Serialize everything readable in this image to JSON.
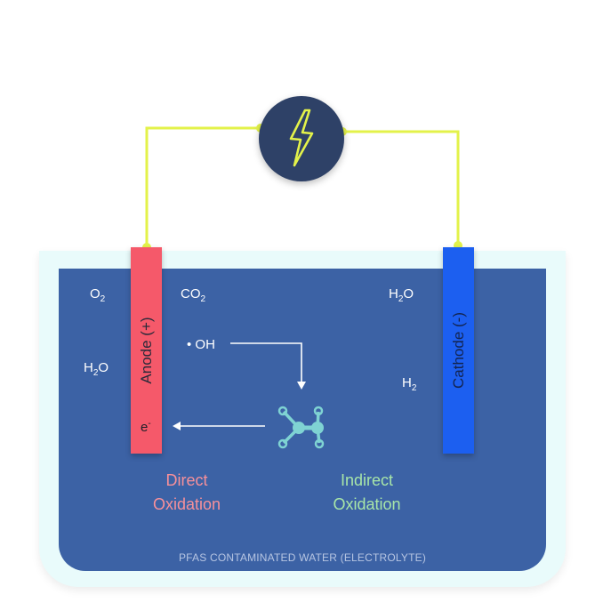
{
  "anode": {
    "label": "Anode (+)"
  },
  "cathode": {
    "label": "Cathode (-)"
  },
  "anode_side": {
    "o2": "O",
    "o2_sub": "2",
    "co2": "CO",
    "co2_sub": "2",
    "h2o": "H",
    "h2o_sub": "2",
    "h2o_tail": "O",
    "radical": "• OH",
    "electron": "e",
    "electron_sup": "-"
  },
  "cathode_side": {
    "h2o": "H",
    "h2o_sub": "2",
    "h2o_tail": "O",
    "h2": "H",
    "h2_sub": "2"
  },
  "processes": {
    "direct": [
      "Direct",
      "Oxidation"
    ],
    "indirect": [
      "Indirect",
      "Oxidation"
    ]
  },
  "tank_label": "PFAS CONTAMINATED WATER (ELECTROLYTE)",
  "colors": {
    "wire": "#e3f24a",
    "water": "#3c62a5",
    "tank": "#e9fbfb",
    "anode": "#f5596a",
    "cathode": "#1c5ff0",
    "molecule": "#7fd3d3",
    "power_source": "#2e4167"
  },
  "icons": {
    "power": "lightning-bolt-icon",
    "molecule": "pfas-molecule-icon"
  }
}
